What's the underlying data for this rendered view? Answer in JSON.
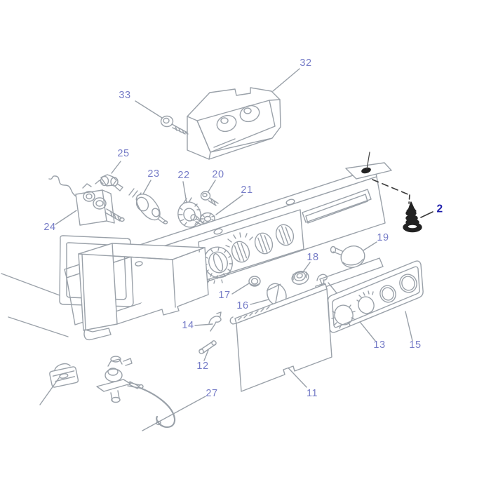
{
  "diagram": {
    "type": "exploded-parts-diagram",
    "highlighted_part": "2",
    "colors": {
      "background": "#ffffff",
      "line": "#9aa1a9",
      "label": "#767cc7",
      "highlight_label": "#1c1caa",
      "highlight_part": "#222222"
    },
    "labels": [
      {
        "text": "33"
      },
      {
        "text": "32"
      },
      {
        "text": "25"
      },
      {
        "text": "23"
      },
      {
        "text": "22"
      },
      {
        "text": "20"
      },
      {
        "text": "21"
      },
      {
        "text": "2"
      },
      {
        "text": "24"
      },
      {
        "text": "19"
      },
      {
        "text": "18"
      },
      {
        "text": "17"
      },
      {
        "text": "16"
      },
      {
        "text": "14"
      },
      {
        "text": "12"
      },
      {
        "text": "13"
      },
      {
        "text": "15"
      },
      {
        "text": "11"
      },
      {
        "text": "27"
      }
    ]
  }
}
